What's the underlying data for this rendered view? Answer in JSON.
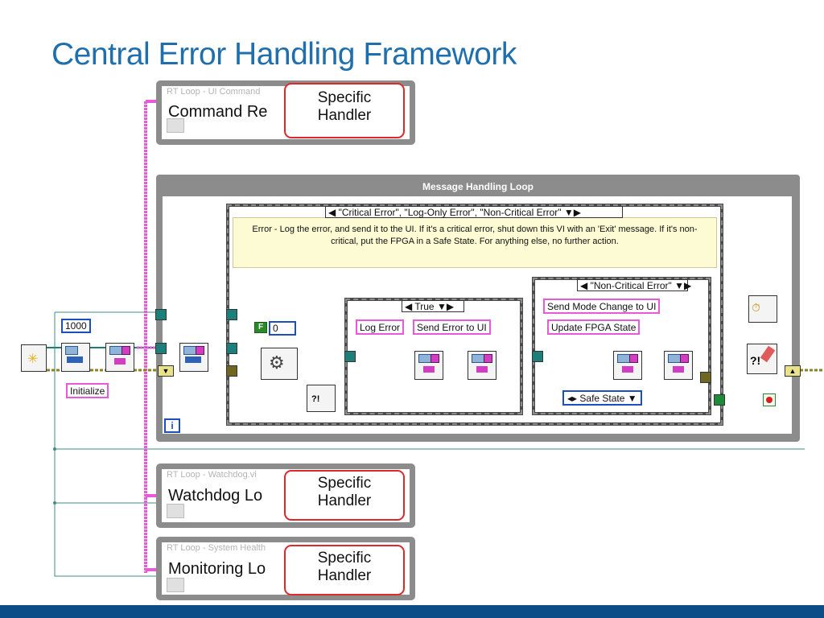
{
  "title": "Central Error Handling Framework",
  "loops": {
    "ui_command": {
      "caption": "RT Loop - UI Command",
      "label": "Command Re"
    },
    "watchdog": {
      "caption": "RT Loop - Watchdog.vi",
      "label": "Watchdog Lo"
    },
    "monitoring": {
      "caption": "RT Loop - System Health",
      "label": "Monitoring Lo"
    }
  },
  "handler_text": "Specific Handler",
  "mhl": {
    "title": "Message Handling Loop",
    "outer_case_selector": "\"Critical Error\", \"Log-Only Error\", \"Non-Critical Error\"",
    "comment": "Error - Log the error, and send it to the UI.  If it's a critical error, shut down this VI with an 'Exit' message. If it's non-critical, put the FPGA in a Safe State. For anything else, no further action.",
    "true_case_selector": "True",
    "noncritical_case_selector": "\"Non-Critical Error\"",
    "labels": {
      "log_error": "Log Error",
      "send_error_to_ui": "Send Error to UI",
      "send_mode_change_to_ui": "Send Mode Change to UI",
      "update_fpga_state": "Update FPGA State",
      "initialize": "Initialize"
    },
    "constants": {
      "timeout": "1000",
      "bool_false": "F",
      "index": "0",
      "safe_state": "Safe State"
    },
    "info_glyph": "i"
  },
  "colors": {
    "title": "#1f6fae",
    "bottom_bar": "#0d4d87",
    "error_wire": "#e85ad9",
    "queue_wire": "#1d7f7a",
    "cluster_wire": "#8a8226",
    "handler_border": "#e0282a"
  },
  "icons": [
    "envelope-icon",
    "gear-icon",
    "error-icon",
    "stop-icon",
    "info-icon"
  ]
}
